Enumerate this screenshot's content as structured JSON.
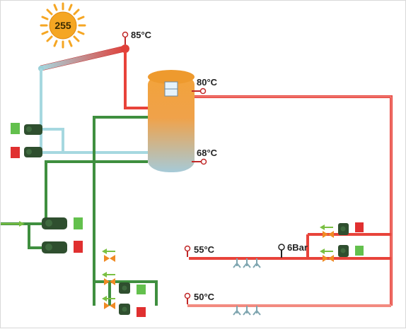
{
  "sun": {
    "value": "255"
  },
  "collector": {
    "temperature": "85°C"
  },
  "tank": {
    "top_temperature": "80°C",
    "bottom_temperature": "68°C"
  },
  "circuit_1": {
    "temperature": "55°C",
    "pressure": "6Bar"
  },
  "circuit_2": {
    "temperature": "50°C"
  },
  "colors": {
    "hot": "#e8433a",
    "hot_light": "#f28a80",
    "cold": "#a6d8e0",
    "green": "#3f8f3f",
    "pump": "#2f4f2f",
    "status_on": "#63c04d",
    "status_off": "#e03030",
    "sun": "#f5a623",
    "valve": "#f08a24",
    "manifold": "#7fa6b0"
  }
}
